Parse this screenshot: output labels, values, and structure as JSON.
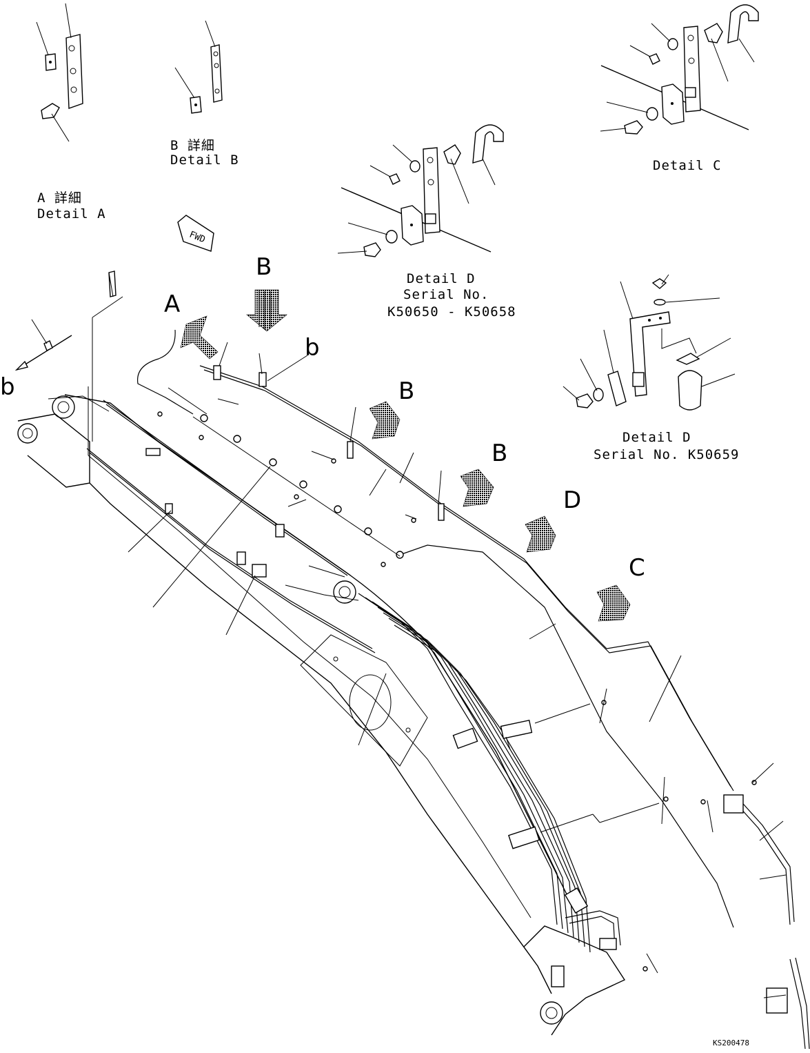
{
  "details": {
    "a_jp": "A 詳細",
    "a_en": "Detail A",
    "b_jp": "B 詳細",
    "b_en": "Detail B",
    "c_en": "Detail C",
    "d1_title": "Detail D",
    "d1_serial": "Serial No.",
    "d1_range": "K50650 - K50658",
    "d2_title": "Detail D",
    "d2_serial": "Serial No. K50659"
  },
  "view_letters": {
    "a": "A",
    "b_top": "B",
    "b_mid": "B",
    "b_right": "B",
    "c": "C",
    "d": "D",
    "small_b_left": "b",
    "small_b_top": "b"
  },
  "fwd_label": "FWD",
  "drawing_code": "KS200478"
}
